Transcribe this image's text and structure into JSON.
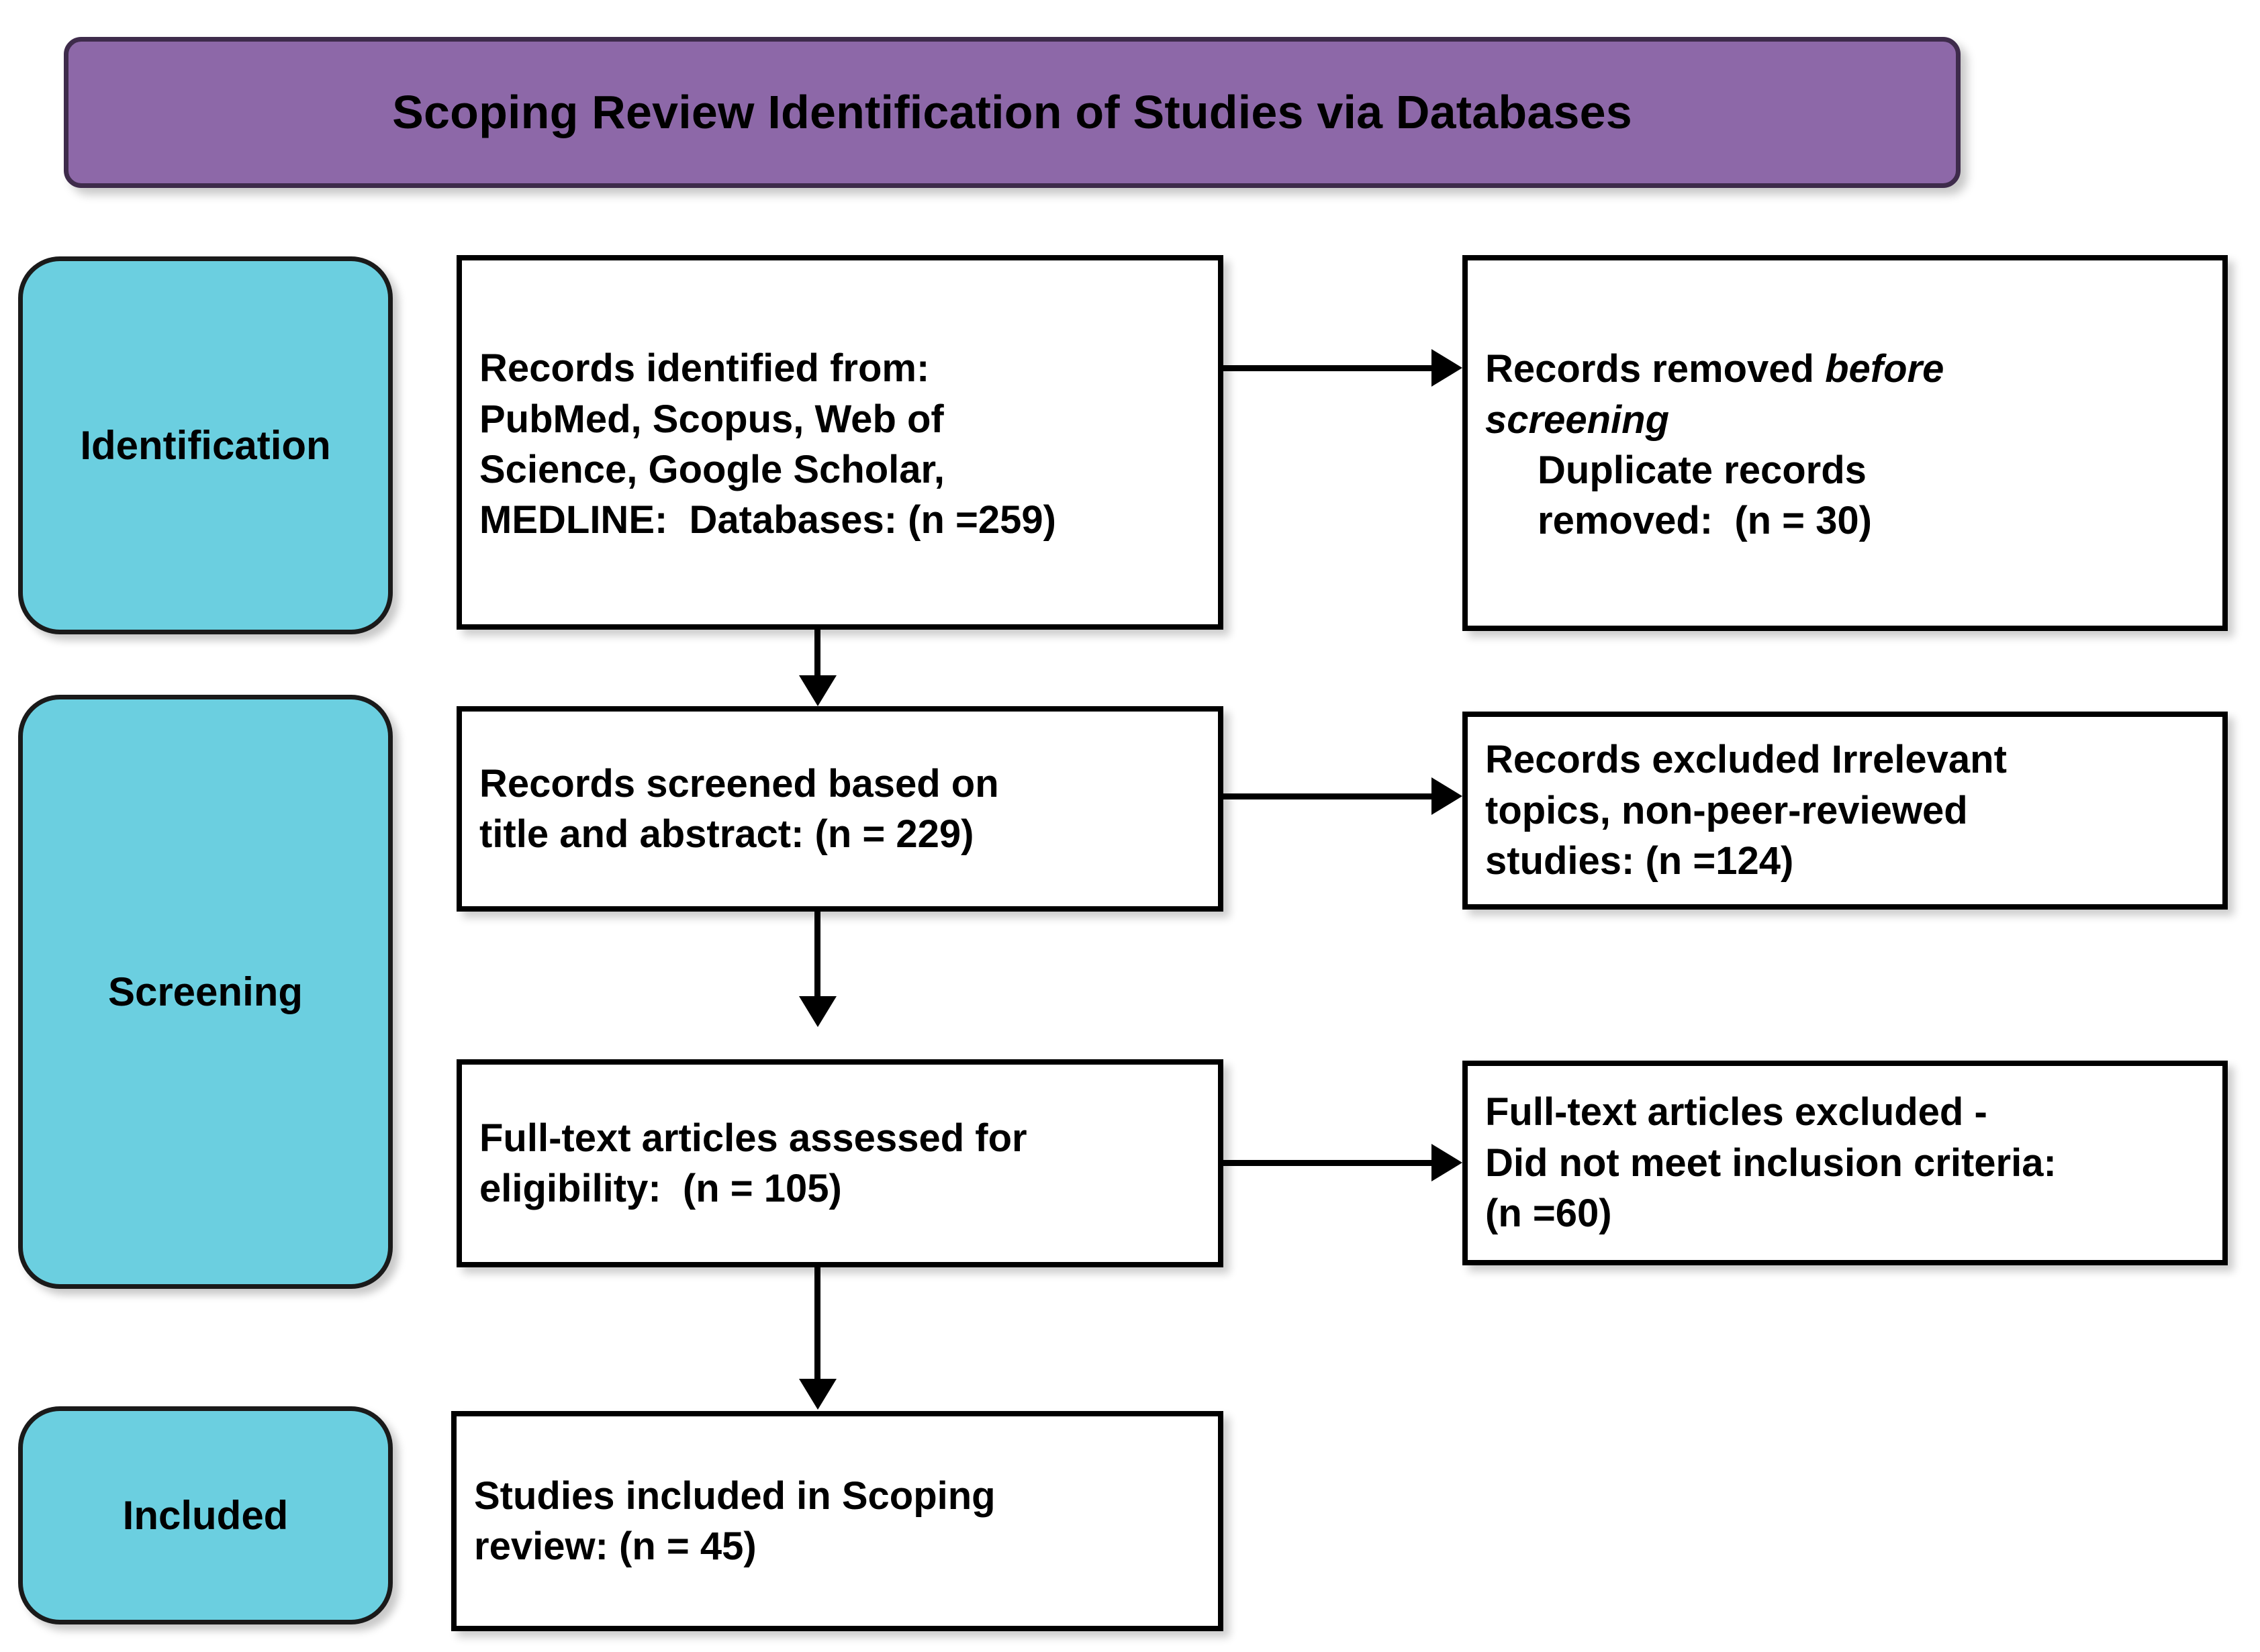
{
  "title": {
    "text": "Scoping Review Identification of Studies via Databases",
    "background_color": "#8D68A8",
    "border_color": "#3E2B4B"
  },
  "colors": {
    "stage_fill": "#6BCFE0",
    "box_fill": "#FFFFFF",
    "border": "#000000",
    "text": "#000000"
  },
  "stages": [
    {
      "id": "identification",
      "label": "Identification"
    },
    {
      "id": "screening",
      "label": "Screening"
    },
    {
      "id": "included",
      "label": "Included"
    }
  ],
  "flow": {
    "identified": {
      "line1": "Records identified from:",
      "line2": "PubMed, Scopus, Web of",
      "line3": "Science, Google Scholar,",
      "line4": "MEDLINE:  Databases: (n =259)",
      "count": 259
    },
    "removed": {
      "line1_plain": "Records removed ",
      "line1_italic": "before",
      "line2_italic": "screening",
      "line3": "Duplicate records",
      "line4": "removed:  (n = 30)",
      "count": 30
    },
    "screened": {
      "line1": "Records screened based on",
      "line2": "title and abstract: (n = 229)",
      "count": 229
    },
    "excluded": {
      "line1": "Records excluded Irrelevant",
      "line2": "topics, non-peer-reviewed",
      "line3": "studies: (n =124)",
      "count": 124
    },
    "fulltext": {
      "line1": "Full-text articles assessed for",
      "line2": "eligibility:  (n = 105)",
      "count": 105
    },
    "fulltext_excluded": {
      "line1": "Full-text articles excluded -",
      "line2": "Did not meet inclusion criteria:",
      "line3": "(n =60)",
      "count": 60
    },
    "included": {
      "line1": "Studies included in Scoping",
      "line2": "review: (n = 45)",
      "count": 45
    }
  },
  "connectors": [
    {
      "id": "identified-to-screened",
      "direction": "down"
    },
    {
      "id": "screened-to-fulltext",
      "direction": "down"
    },
    {
      "id": "fulltext-to-included",
      "direction": "down"
    },
    {
      "id": "identified-to-removed",
      "direction": "right"
    },
    {
      "id": "screened-to-excluded",
      "direction": "right"
    },
    {
      "id": "fulltext-to-fulltext-excluded",
      "direction": "right"
    }
  ]
}
